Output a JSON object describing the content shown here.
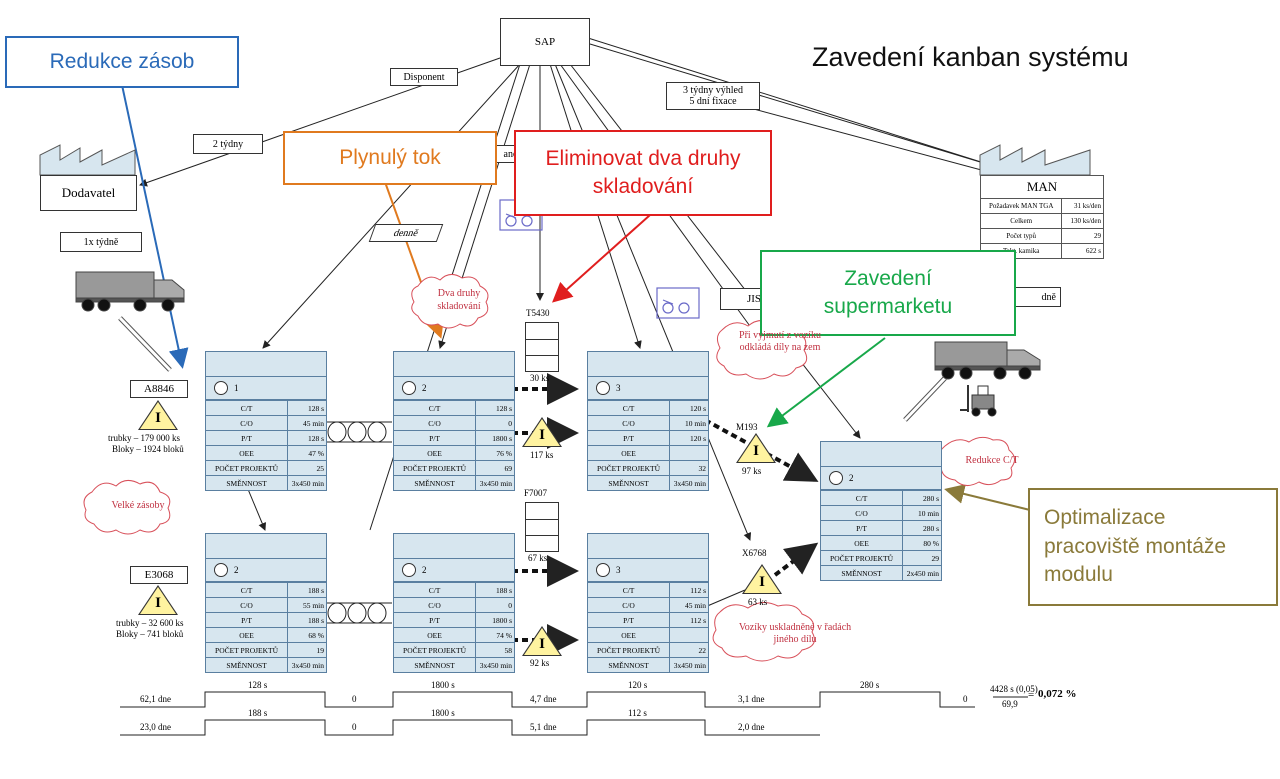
{
  "title": "Zavedení kanban systému",
  "callouts": {
    "reduce_stock": "Redukce zásob",
    "smooth_flow": "Plynulý tok",
    "eliminate": "Eliminovat dva druhy skladování",
    "supermarket": "Zavedení supermarketu",
    "optimize": "Optimalizace pracoviště montáže modulu"
  },
  "info_boxes": {
    "sap": "SAP",
    "disponent": "Disponent",
    "weeks2": "2 týdny",
    "outlook_line1": "3 týdny výhled",
    "outlook_line2": "5 dní fixace",
    "daily": "denně",
    "weekly1x": "1x týdně",
    "jis": "JIS",
    "cut_ano": "ano",
    "cut_dne": "dně"
  },
  "supplier": "Dodavatel",
  "customer": {
    "name": "MAN",
    "rows": [
      {
        "k": "Požadavek MAN TGA",
        "v": "31 ks/den"
      },
      {
        "k": "Celkem",
        "v": "130 ks/den"
      },
      {
        "k": "Počet typů",
        "v": "29"
      },
      {
        "k": "Takt. kamika",
        "v": "622 s"
      }
    ]
  },
  "inventories": {
    "a8846": {
      "id": "A8846",
      "line1": "trubky – 179 000 ks",
      "line2": "Bloky – 1924 bloků"
    },
    "e3068": {
      "id": "E3068",
      "line1": "trubky – 32 600 ks",
      "line2": "Bloky – 741 bloků"
    },
    "t5430": {
      "id": "T5430",
      "qty": "30 ks"
    },
    "f7007": {
      "id": "F7007",
      "qty": "67 ks"
    },
    "i117": {
      "qty": "117 ks"
    },
    "i92": {
      "qty": "92 ks"
    },
    "m193": {
      "id": "M193",
      "qty": "97 ks"
    },
    "x6768": {
      "id": "X6768",
      "qty": "63 ks"
    },
    "tri_letter": "I"
  },
  "clouds": {
    "velke": "Velké zásoby",
    "dva": "Dva druhy skladování",
    "pri": "Při vyjmutí z vozíku odkládá díly na zem",
    "redukce": "Redukce C/T",
    "voziky": "Vozíky uskladněné v řadách jiného dílu"
  },
  "processes": [
    {
      "op": "1",
      "ct": "128 s",
      "co": "45 min",
      "pt": "128 s",
      "oee": "47 %",
      "pp": "25",
      "sm": "3x450 min"
    },
    {
      "op": "2",
      "ct": "128 s",
      "co": "0",
      "pt": "1800 s",
      "oee": "76 %",
      "pp": "69",
      "sm": "3x450 min"
    },
    {
      "op": "3",
      "ct": "120 s",
      "co": "10 min",
      "pt": "120 s",
      "oee": "",
      "pp": "32",
      "sm": "3x450 min"
    },
    {
      "op": "2",
      "ct": "188 s",
      "co": "55 min",
      "pt": "188 s",
      "oee": "68 %",
      "pp": "19",
      "sm": "3x450 min"
    },
    {
      "op": "2",
      "ct": "188 s",
      "co": "0",
      "pt": "1800 s",
      "oee": "74 %",
      "pp": "58",
      "sm": "3x450 min"
    },
    {
      "op": "3",
      "ct": "112 s",
      "co": "45 min",
      "pt": "112 s",
      "oee": "",
      "pp": "22",
      "sm": "3x450 min"
    },
    {
      "op": "2",
      "ct": "280 s",
      "co": "10 min",
      "pt": "280 s",
      "oee": "80 %",
      "pp": "29",
      "sm": "2x450 min"
    }
  ],
  "row_labels": {
    "ct": "C/T",
    "co": "C/O",
    "pt": "P/T",
    "oee": "OEE",
    "pp": "POČET PROJEKTŮ",
    "sm": "SMĚNNOST"
  },
  "timeline": {
    "top_low": [
      "62,1 dne",
      "0",
      "4,7 dne",
      "3,1 dne",
      "0"
    ],
    "top_high": [
      "128 s",
      "1800 s",
      "120 s",
      "280 s"
    ],
    "bot_low": [
      "23,0 dne",
      "0",
      "5,1 dne",
      "2,0 dne"
    ],
    "bot_high": [
      "188 s",
      "1800 s",
      "112 s"
    ],
    "sum_num": "4428 s (0,05)",
    "sum_den": "69,9",
    "sum_eq": "=",
    "sum_pct": "0,072 %"
  }
}
